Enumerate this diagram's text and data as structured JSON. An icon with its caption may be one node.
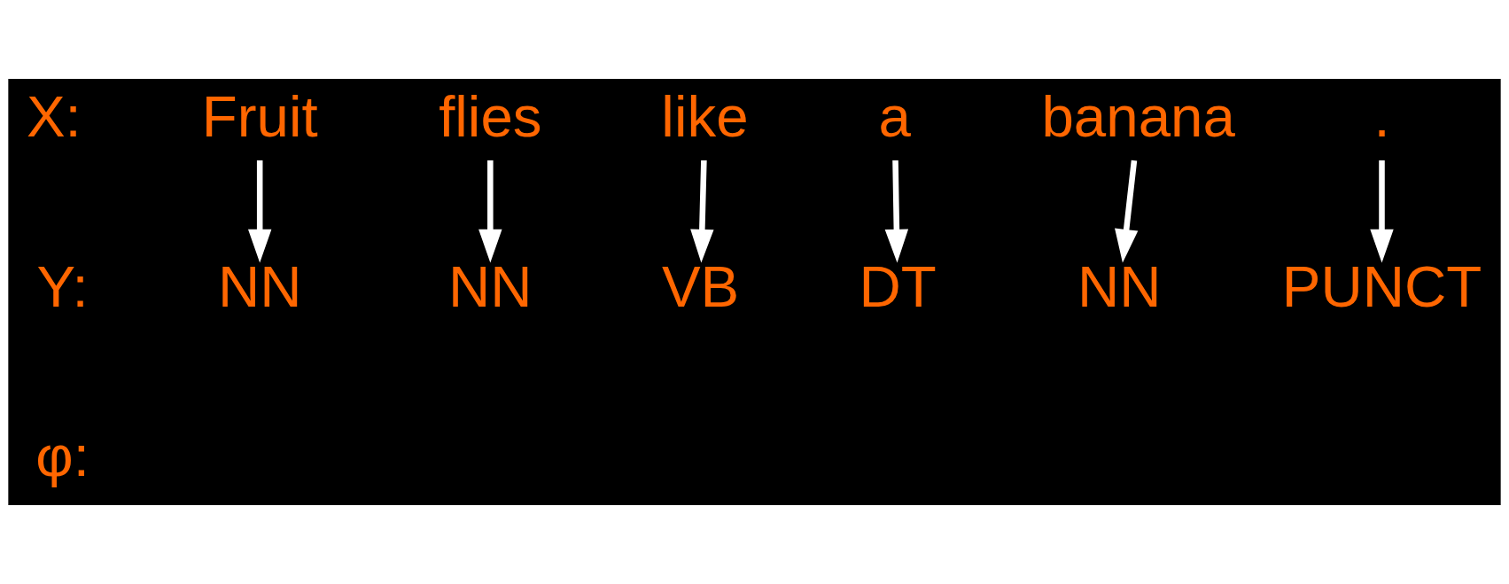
{
  "diagram": {
    "nodes": [
      {
        "text": [
          "Fruit"
        ]
      },
      {
        "text": [
          "flies"
        ]
      },
      {
        "text": [
          "like"
        ]
      },
      {
        "text": [
          "a"
        ]
      },
      {
        "text": [
          "banana"
        ]
      },
      {
        "text": [
          "."
        ]
      },
      {
        "text": [
          "NN"
        ]
      },
      {
        "text": [
          "NN"
        ]
      },
      {
        "text": [
          "VB"
        ]
      },
      {
        "text": [
          "DT"
        ]
      },
      {
        "text": [
          "NN"
        ]
      },
      {
        "text": [
          "PUNCT"
        ]
      }
    ],
    "edges": [
      {
        "from": 0,
        "to": 6,
        "arrow": "to"
      },
      {
        "from": 1,
        "to": 7,
        "arrow": "to"
      },
      {
        "from": 2,
        "to": 8,
        "arrow": "to"
      },
      {
        "from": 3,
        "to": 9,
        "arrow": "to"
      },
      {
        "from": 4,
        "to": 10,
        "arrow": "to"
      },
      {
        "from": 5,
        "to": 11,
        "arrow": "to"
      }
    ],
    "labels": [
      "X:",
      "Y:",
      "φ:"
    ]
  }
}
